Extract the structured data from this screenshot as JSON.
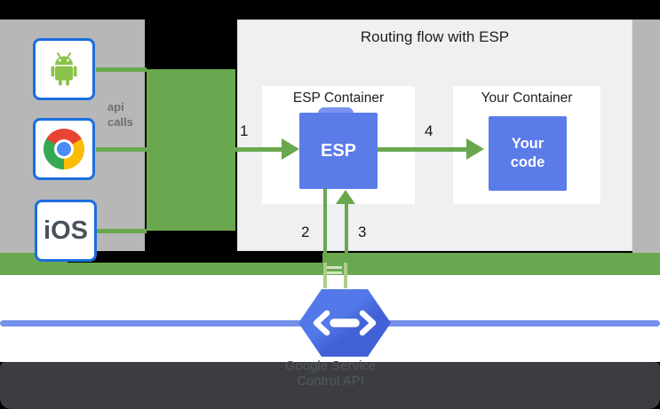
{
  "diagram": {
    "title": "Routing flow with ESP",
    "clients": {
      "android_icon": "android-robot-icon",
      "chrome_icon": "chrome-browser-icon",
      "ios_label": "iOS",
      "api_calls_line1": "api",
      "api_calls_line2": "calls"
    },
    "esp_container": {
      "title": "ESP Container",
      "box_label": "ESP"
    },
    "your_container": {
      "title": "Your Container",
      "box_line1": "Your",
      "box_line2": "code"
    },
    "steps": {
      "s1": "1",
      "s2": "2",
      "s3": "3",
      "s4": "4"
    },
    "service": {
      "icon": "cloud-endpoints-hexagon-icon",
      "line1": "Google Service",
      "line2": "Control API"
    },
    "colors": {
      "flow_green": "#6aa84f",
      "faded_green": "#adcd8b",
      "client_rail_gray": "#b7b7b7",
      "flow_panel_gray": "#eef0f1",
      "box_blue": "#5a7be8",
      "client_border_blue": "#1a6de0",
      "hexagon_blue": "#4a6fe0",
      "connector_blue": "#7590ea",
      "footer_bar": "#3b3d40",
      "android_green": "#8bc34a"
    }
  }
}
